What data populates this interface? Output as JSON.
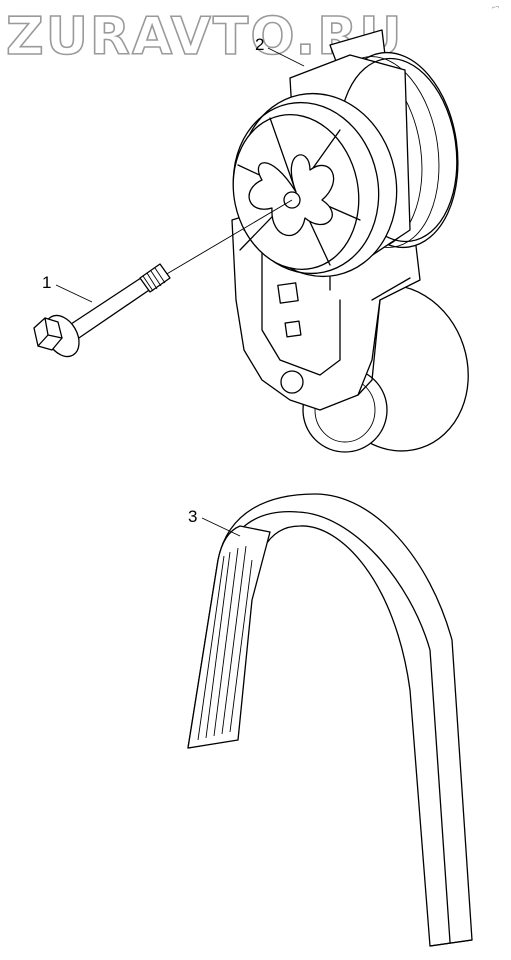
{
  "watermark": "ZURAVTO.RU",
  "corner_mark": "⌐¬",
  "callouts": [
    {
      "number": "1",
      "part": "bolt"
    },
    {
      "number": "2",
      "part": "tensioner"
    },
    {
      "number": "3",
      "part": "belt"
    }
  ]
}
